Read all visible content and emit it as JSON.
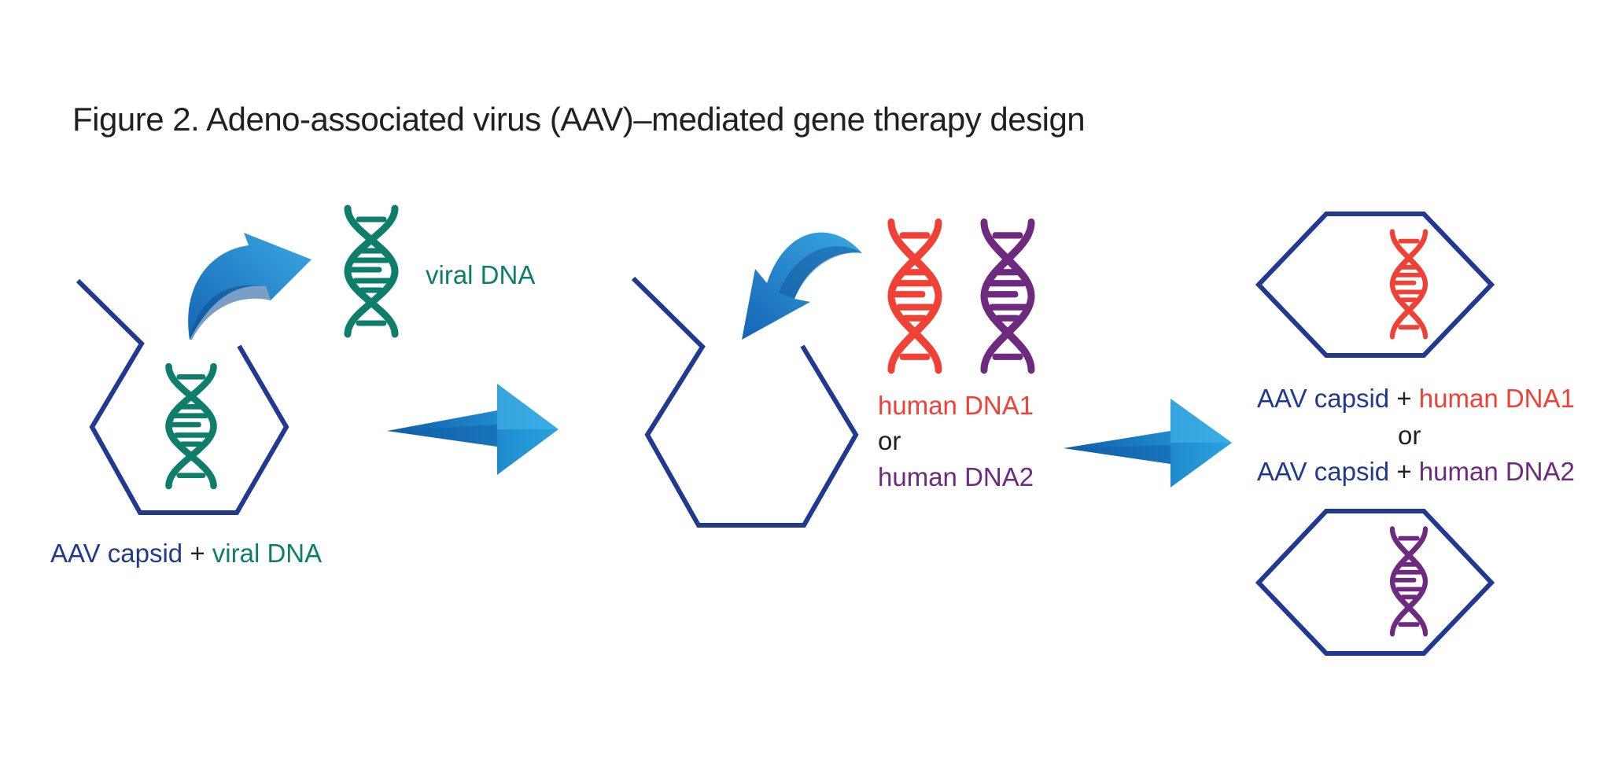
{
  "title": "Figure 2. Adeno-associated virus (AAV)–mediated gene therapy design",
  "labels": {
    "viral_dna": "viral DNA",
    "capsid_viral": {
      "capsid": "AAV capsid",
      "plus": "+",
      "dna": "viral DNA"
    },
    "human_choice": {
      "dna1": "human DNA1",
      "or": "or",
      "dna2": "human DNA2"
    },
    "result1": {
      "capsid": "AAV capsid",
      "plus": "+",
      "dna": "human DNA1"
    },
    "result_or": "or",
    "result2": {
      "capsid": "AAV capsid",
      "plus": "+",
      "dna": "human DNA2"
    }
  },
  "colors": {
    "capsid": "#213a8f",
    "viral_dna": "#0e7e6a",
    "human_dna1": "#ef4136",
    "human_dna2": "#6d2a7f",
    "arrow": "#1f7bc4",
    "text": "#231f20"
  },
  "icons": [
    "dna-helix-icon",
    "capsid-hexagon-icon",
    "curved-arrow-icon",
    "right-arrow-icon"
  ]
}
